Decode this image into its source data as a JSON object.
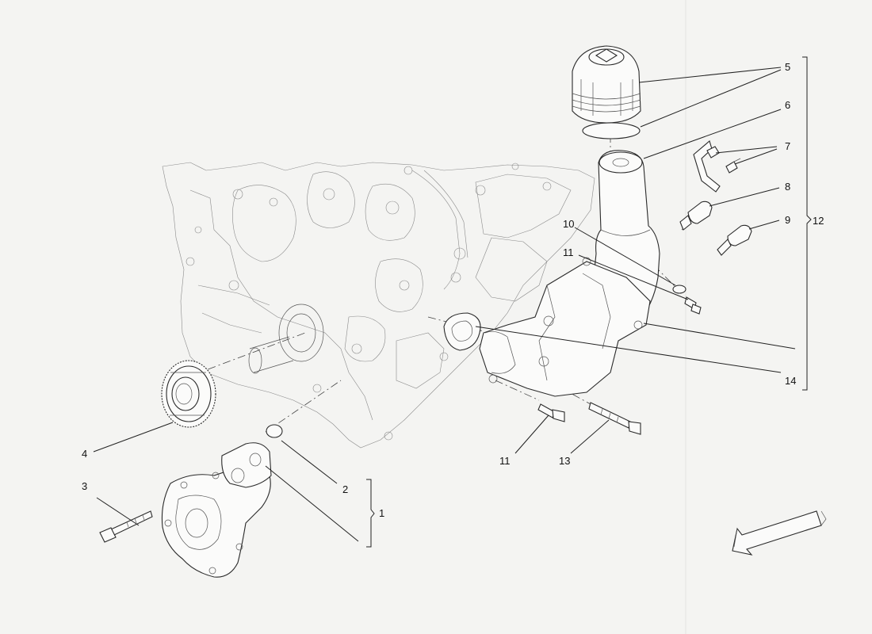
{
  "callouts": {
    "c1": "1",
    "c2": "2",
    "c3": "3",
    "c4": "4",
    "c5": "5",
    "c6": "6",
    "c7": "7",
    "c8": "8",
    "c9": "9",
    "c10": "10",
    "c11a": "11",
    "c11b": "11",
    "c12": "12",
    "c13": "13",
    "c14": "14"
  },
  "icons": {
    "direction": "front-direction-arrow-icon"
  },
  "colors": {
    "background": "#f4f4f2",
    "line": "#2a2a2a"
  }
}
